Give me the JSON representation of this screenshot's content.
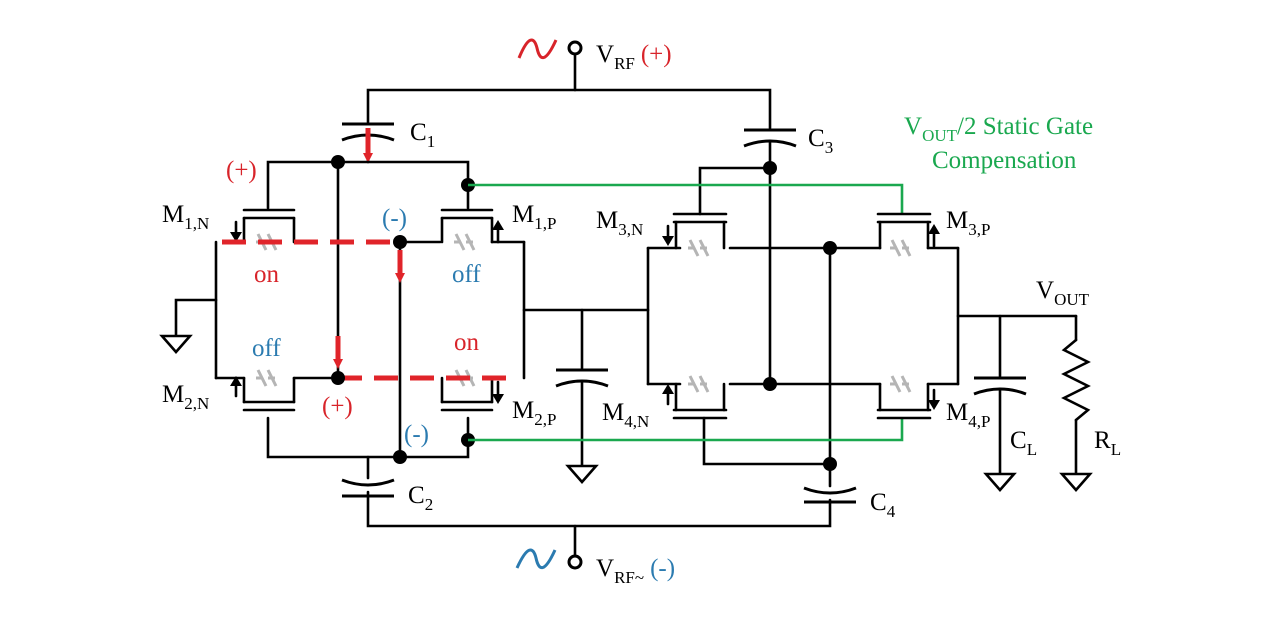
{
  "labels": {
    "vrf_pos": "V",
    "vrf_pos_sub": "RF",
    "vrf_pos_sign": "(+)",
    "vrf_neg": "V",
    "vrf_neg_sub": "RF~",
    "vrf_neg_sign": "(-)",
    "c1": "C",
    "c1_sub": "1",
    "c2": "C",
    "c2_sub": "2",
    "c3": "C",
    "c3_sub": "3",
    "c4": "C",
    "c4_sub": "4",
    "cl": "C",
    "cl_sub": "L",
    "rl": "R",
    "rl_sub": "L",
    "vout": "V",
    "vout_sub": "OUT",
    "m1n": "M",
    "m1n_sub": "1,N",
    "m1p": "M",
    "m1p_sub": "1,P",
    "m2n": "M",
    "m2n_sub": "2,N",
    "m2p": "M",
    "m2p_sub": "2,P",
    "m3n": "M",
    "m3n_sub": "3,N",
    "m3p": "M",
    "m3p_sub": "3,P",
    "m4n": "M",
    "m4n_sub": "4,N",
    "m4p": "M",
    "m4p_sub": "4,P",
    "plus_top": "(+)",
    "minus_top": "(-)",
    "plus_bottom": "(+)",
    "minus_bottom": "(-)",
    "on_top": "on",
    "off_top": "off",
    "off_bottom": "off",
    "on_bottom": "on",
    "comp_line1_v": "V",
    "comp_line1_sub": "OUT",
    "comp_line1_rest": "/2 Static Gate",
    "comp_line2": "Compensation"
  },
  "colors": {
    "positive": "#d8242a",
    "negative": "#2b7bb0",
    "compensation": "#1aa84f",
    "switch_gray": "#b5b5b5"
  }
}
